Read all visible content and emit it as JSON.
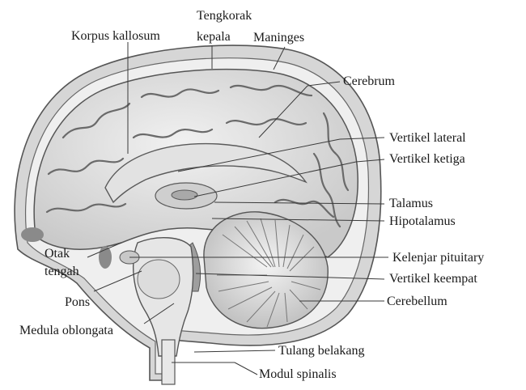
{
  "labels": {
    "korpus_kallosum": "Korpus kallosum",
    "tengkorak_line1": "Tengkorak",
    "tengkorak_line2": "kepala",
    "maninges": "Maninges",
    "cerebrum": "Cerebrum",
    "vertikel_lateral": "Vertikel lateral",
    "vertikel_ketiga": "Vertikel ketiga",
    "talamus": "Talamus",
    "hipotalamus": "Hipotalamus",
    "kelenjar_pituitary": "Kelenjar pituitary",
    "vertikel_keempat": "Vertikel keempat",
    "cerebellum": "Cerebellum",
    "otak_tengah_line1": "Otak",
    "otak_tengah_line2": "tengah",
    "pons": "Pons",
    "medula_oblongata": "Medula oblongata",
    "tulang_belakang": "Tulang belakang",
    "modul_spinalis": "Modul spinalis"
  }
}
